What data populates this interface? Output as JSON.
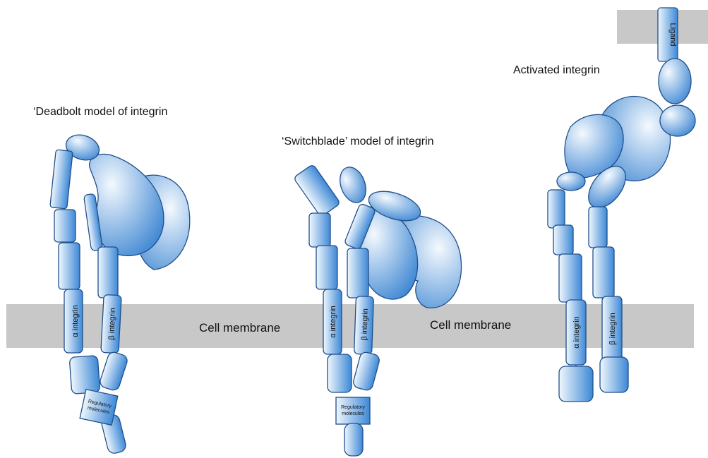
{
  "labels": {
    "deadbolt": "‘Deadbolt model of integrin",
    "switchblade": "‘Switchblade’ model of integrin",
    "activated": "Activated integrin",
    "membrane": "Cell membrane"
  },
  "subunits": {
    "alpha": "α integrin",
    "beta": "β integrin"
  },
  "regulatory": {
    "line1": "Regulatory",
    "line2": "molecules"
  },
  "ligand": "Ligand",
  "colors": {
    "membrane": "#c8c8c8",
    "domain_light": "#e6f2fc",
    "domain_dark": "#3f8ad6",
    "stroke": "#1f4f8a"
  }
}
